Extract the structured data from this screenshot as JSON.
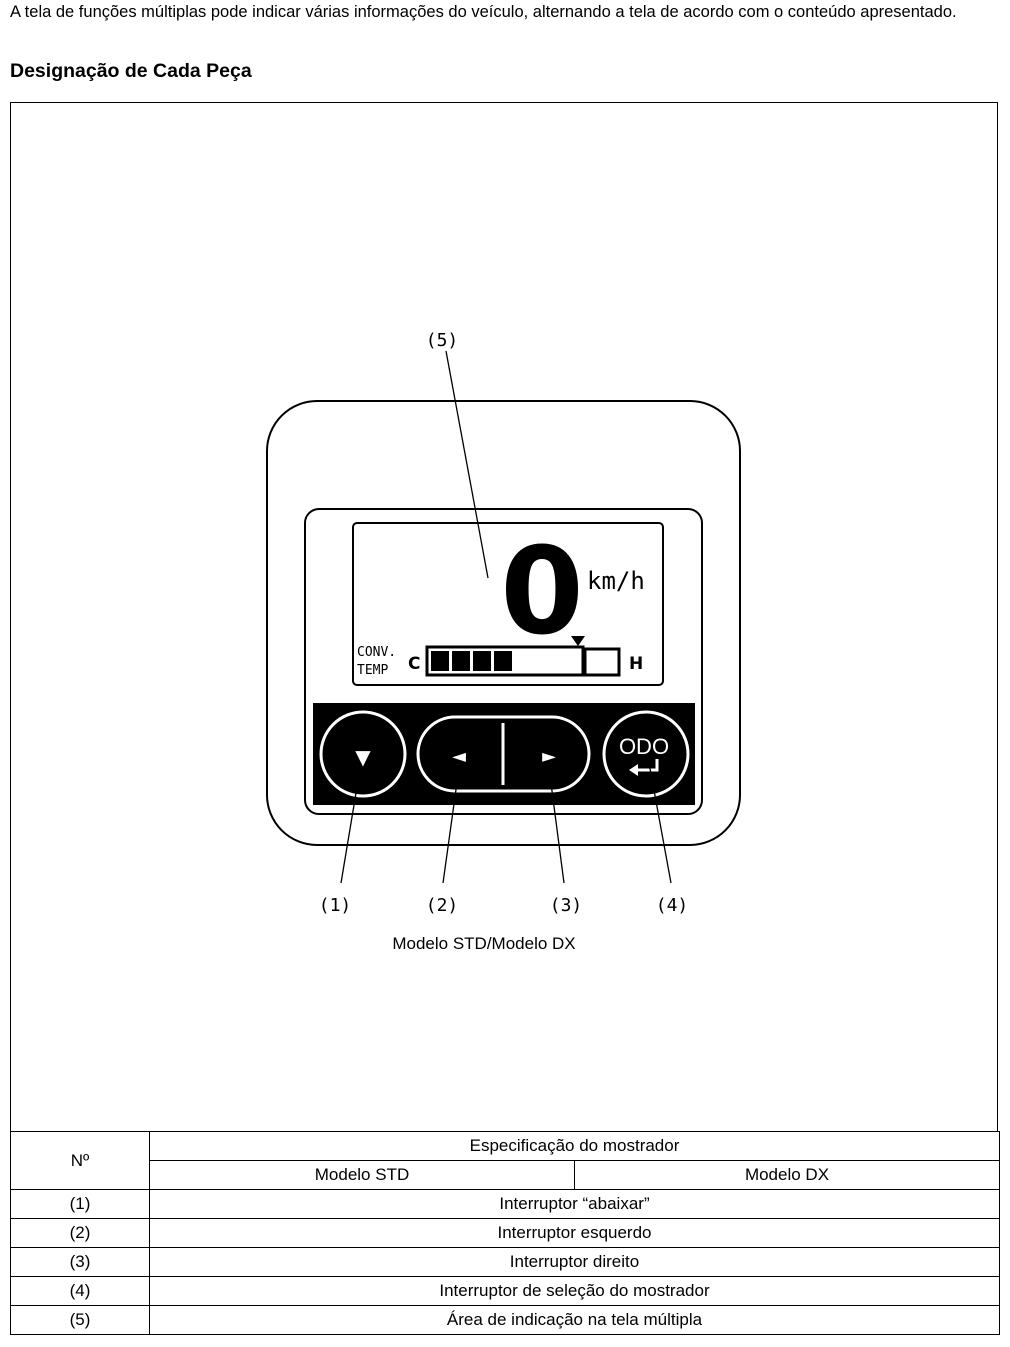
{
  "intro_text": "A tela de funções múltiplas pode indicar várias informações do veículo, alternando a tela de acordo com o conteúdo apresentado.",
  "section_title": "Designação de Cada Peça",
  "figure": {
    "callouts": [
      "(1)",
      "(2)",
      "(3)",
      "(4)",
      "(5)"
    ],
    "caption": "Modelo STD/Modelo DX",
    "display": {
      "speed_value": "0",
      "speed_unit": "km/h",
      "temp_label_line1": "CONV.",
      "temp_label_line2": "TEMP",
      "temp_cold": "C",
      "temp_hot": "H",
      "temp_segments_filled": 4,
      "temp_segments_total": 10
    },
    "buttons": {
      "down_glyph": "▼",
      "left_glyph": "◄",
      "right_glyph": "►",
      "odo_label": "ODO"
    }
  },
  "table": {
    "header_no": "Nº",
    "header_spec": "Especificação do mostrador",
    "header_std": "Modelo STD",
    "header_dx": "Modelo DX",
    "rows": [
      {
        "no": "(1)",
        "desc": "Interruptor “abaixar”"
      },
      {
        "no": "(2)",
        "desc": "Interruptor esquerdo"
      },
      {
        "no": "(3)",
        "desc": "Interruptor direito"
      },
      {
        "no": "(4)",
        "desc": "Interruptor de seleção do mostrador"
      },
      {
        "no": "(5)",
        "desc": "Área de indicação na tela múltipla"
      }
    ]
  }
}
